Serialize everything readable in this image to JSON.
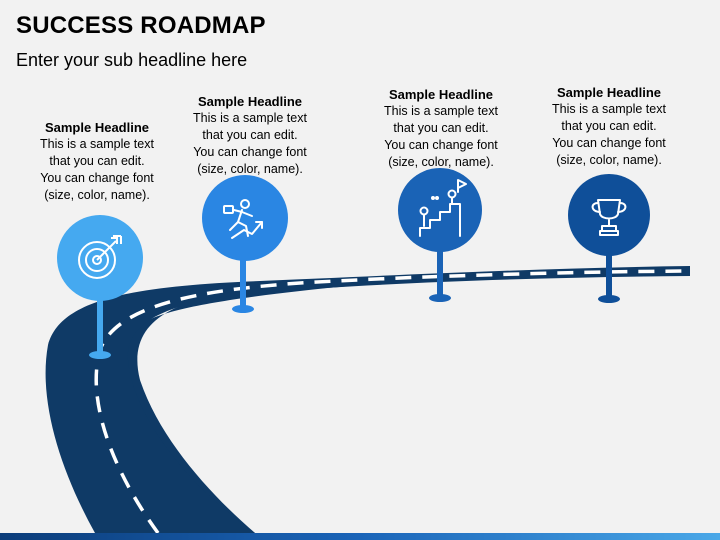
{
  "header": {
    "title": "SUCCESS ROADMAP",
    "subtitle": "Enter your sub headline here"
  },
  "milestones": [
    {
      "headline": "Sample Headline",
      "body": "This is a sample text\nthat you can edit.\nYou can change font\n(size, color, name).",
      "icon": "target-icon"
    },
    {
      "headline": "Sample Headline",
      "body": "This is a sample text\nthat you can edit.\nYou can change font\n(size, color, name).",
      "icon": "running-businessman-icon"
    },
    {
      "headline": "Sample Headline",
      "body": "This is a sample text\nthat you can edit.\nYou can change font\n(size, color, name).",
      "icon": "climbing-stairs-icon"
    },
    {
      "headline": "Sample Headline",
      "body": "This is a sample text\nthat you can edit.\nYou can change font\n(size, color, name).",
      "icon": "trophy-icon"
    }
  ],
  "colors": {
    "road": "#0f3a66",
    "pin_light": "#45a9f0",
    "pin_mid": "#2a86e3",
    "pin_dark": "#1a63b6",
    "pin_darkest": "#0f4f99"
  }
}
